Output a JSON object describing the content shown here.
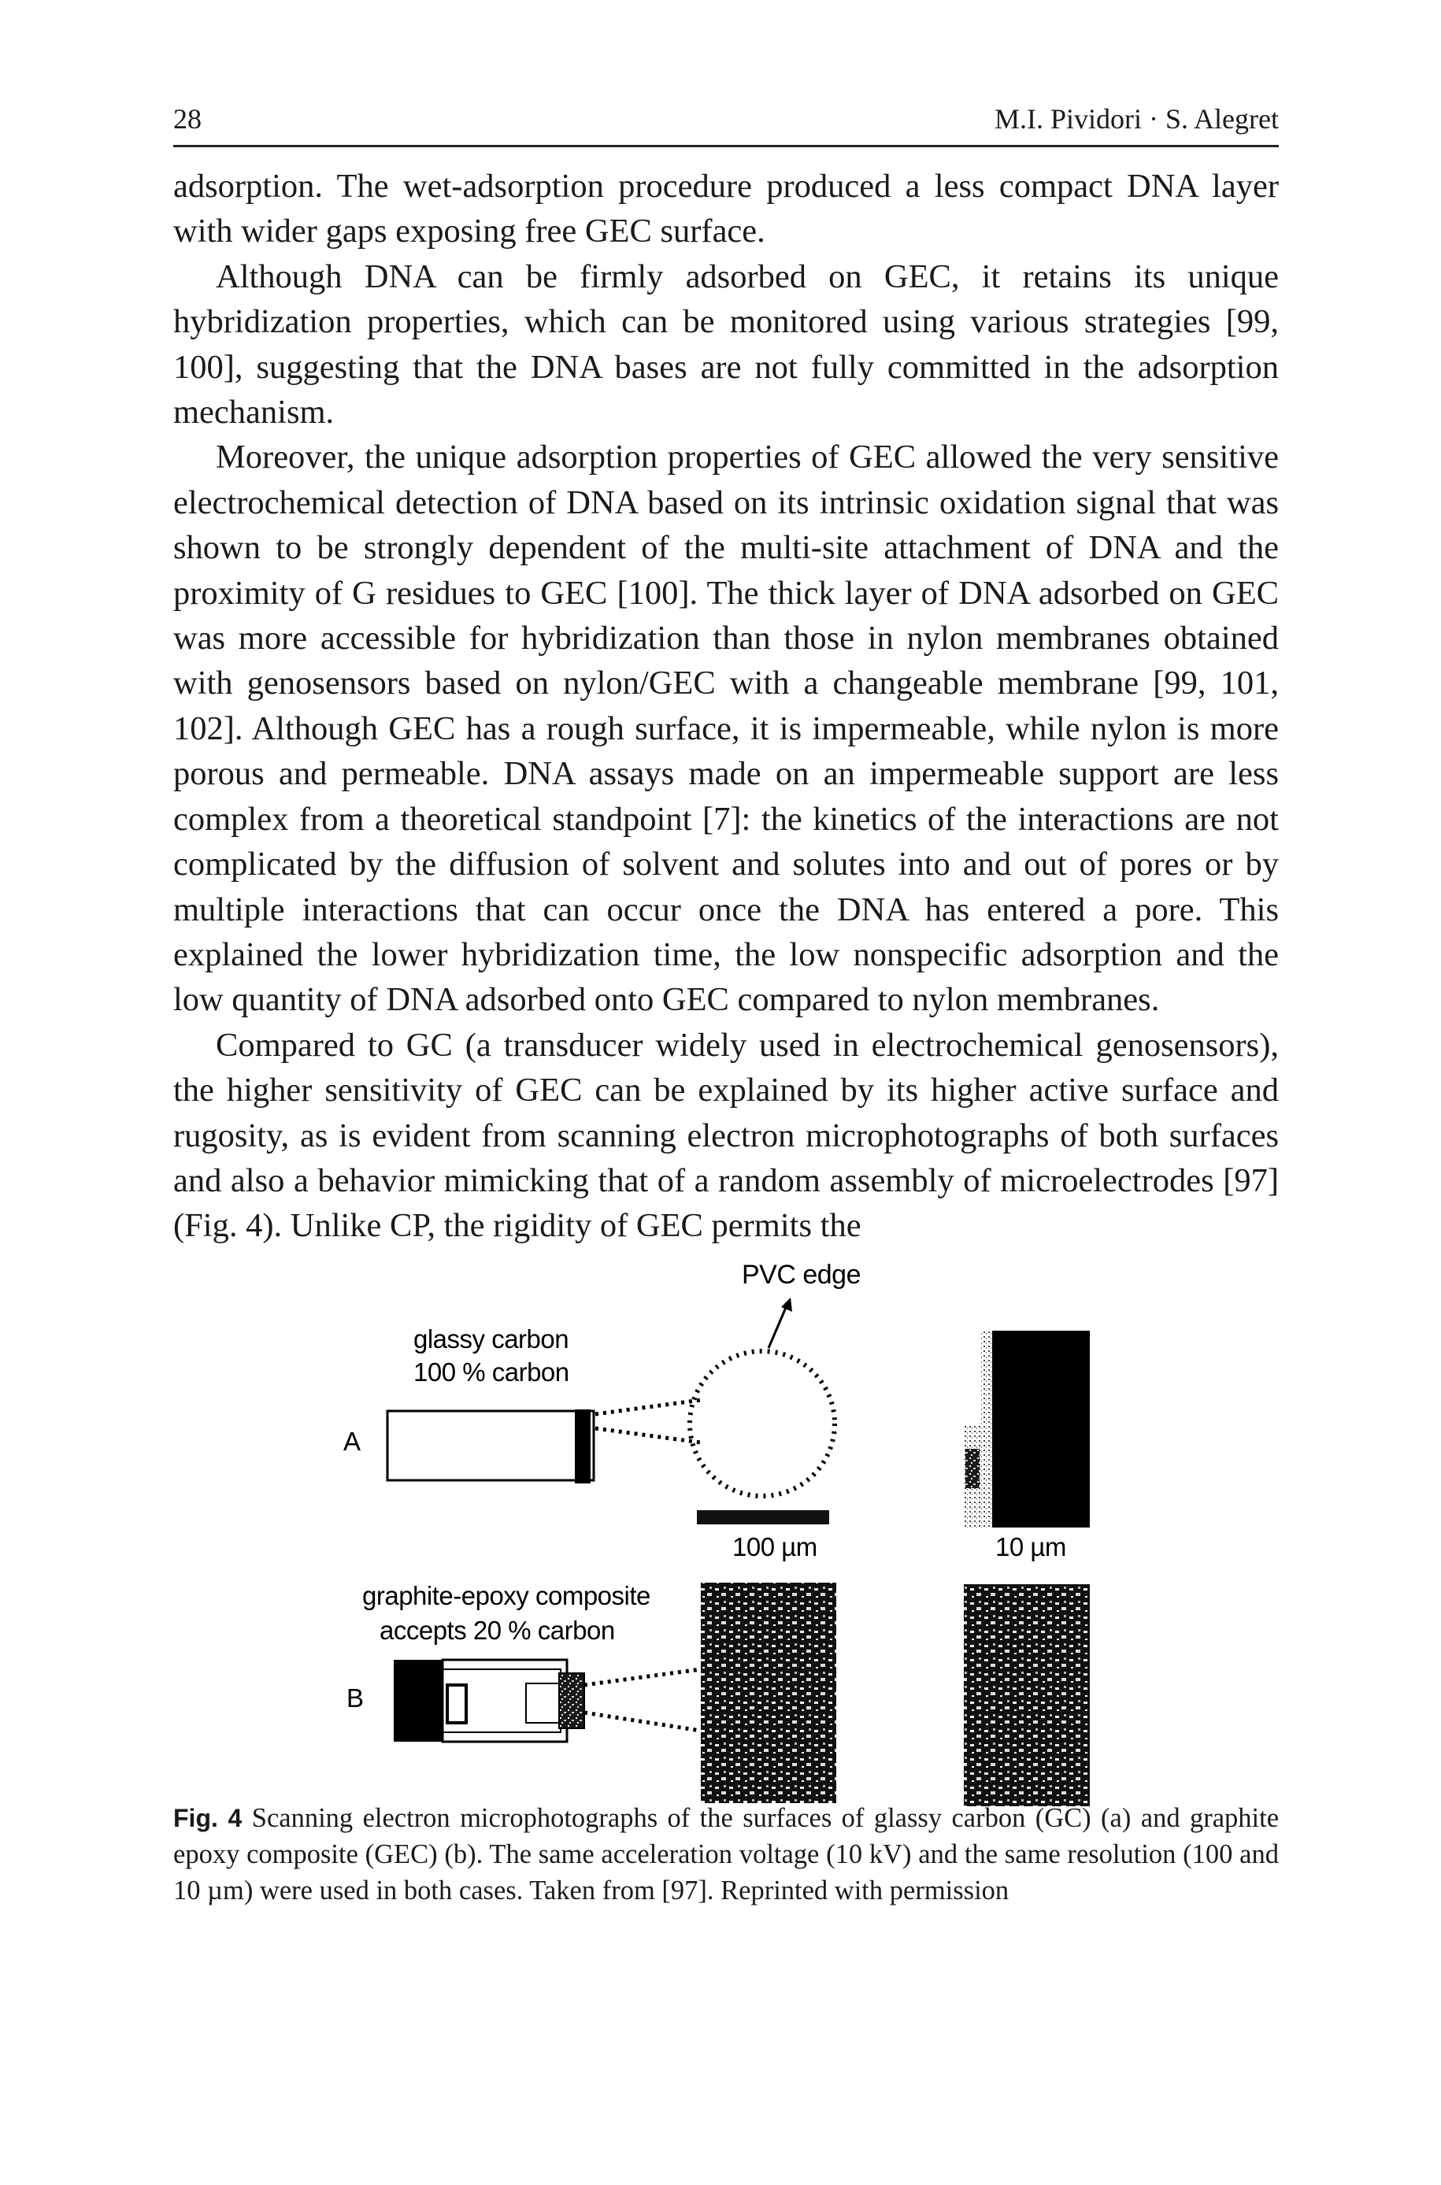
{
  "header": {
    "page_number": "28",
    "running_head": "M.I. Pividori · S. Alegret"
  },
  "paragraphs": [
    "adsorption. The wet-adsorption procedure produced a less compact DNA layer with wider gaps exposing free GEC surface.",
    "Although DNA can be firmly adsorbed on GEC, it retains its unique hybridization properties, which can be monitored using various strategies [99, 100], suggesting that the DNA bases are not fully committed in the adsorption mechanism.",
    "Moreover, the unique adsorption properties of GEC allowed the very sensitive electrochemical detection of DNA based on its intrinsic oxidation signal that was shown to be strongly dependent of the multi-site attachment of DNA and the proximity of G residues to GEC [100]. The thick layer of DNA adsorbed on GEC was more accessible for hybridization than those in nylon membranes obtained with genosensors based on nylon/GEC with a changeable membrane [99, 101, 102]. Although GEC has a rough surface, it is impermeable, while nylon is more porous and permeable. DNA assays made on an impermeable support are less complex from a theoretical standpoint [7]: the kinetics of the interactions are not complicated by the diffusion of solvent and solutes into and out of pores or by multiple interactions that can occur once the DNA has entered a pore. This explained the lower hybridization time, the low nonspecific adsorption and the low quantity of DNA adsorbed onto GEC compared to nylon membranes.",
    "Compared to GC (a transducer widely used in electrochemical genosensors), the higher sensitivity of GEC can be explained by its higher active surface and rugosity, as is evident from scanning electron microphotographs of both surfaces and also a behavior mimicking that of a random assembly of microelectrodes [97] (Fig. 4). Unlike CP, the rigidity of GEC permits the"
  ],
  "figure": {
    "pvc_edge": "PVC edge",
    "gc_line1": "glassy carbon",
    "gc_line2": "100 % carbon",
    "panel_a": "A",
    "scale_100": "100 µm",
    "scale_10": "10 µm",
    "gec_line1": "graphite-epoxy composite",
    "gec_line2": "accepts 20 % carbon",
    "panel_b": "B"
  },
  "caption": {
    "label": "Fig. 4",
    "text": "Scanning electron microphotographs of the surfaces of glassy carbon (GC) (a) and graphite epoxy composite (GEC) (b). The same acceleration voltage (10 kV) and the same resolution (100 and 10 µm) were used in both cases. Taken from [97]. Reprinted with permission"
  }
}
